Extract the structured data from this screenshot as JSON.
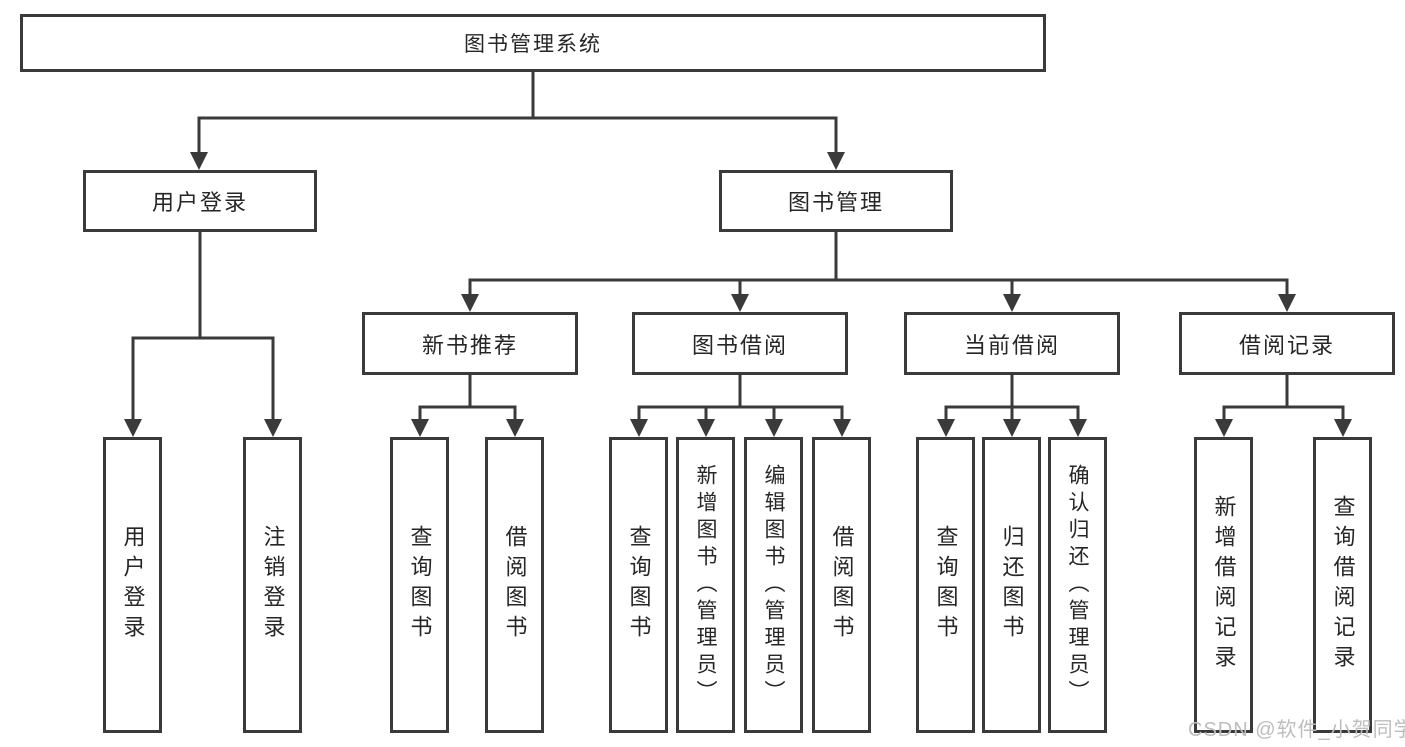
{
  "title": {
    "label": "图书管理系统"
  },
  "level2": [
    {
      "id": "user-login",
      "label": "用户登录"
    },
    {
      "id": "book-management",
      "label": "图书管理"
    }
  ],
  "level3": [
    {
      "id": "new-book-recommend",
      "label": "新书推荐",
      "parent": "图书管理"
    },
    {
      "id": "book-borrow",
      "label": "图书借阅",
      "parent": "图书管理"
    },
    {
      "id": "current-borrow",
      "label": "当前借阅",
      "parent": "图书管理"
    },
    {
      "id": "borrow-records",
      "label": "借阅记录",
      "parent": "图书管理"
    }
  ],
  "leaves": [
    {
      "id": "leaf-user-login",
      "label": "用户登录",
      "parent": "用户登录"
    },
    {
      "id": "leaf-logout",
      "label": "注销登录",
      "parent": "用户登录"
    },
    {
      "id": "leaf-query-books-1",
      "label": "查询图书",
      "parent": "新书推荐"
    },
    {
      "id": "leaf-borrow-books-1",
      "label": "借阅图书",
      "parent": "新书推荐"
    },
    {
      "id": "leaf-query-books-2",
      "label": "查询图书",
      "parent": "图书借阅"
    },
    {
      "id": "leaf-add-book-admin",
      "label": "新增图书（管理员）",
      "parent": "图书借阅"
    },
    {
      "id": "leaf-edit-book-admin",
      "label": "编辑图书（管理员）",
      "parent": "图书借阅"
    },
    {
      "id": "leaf-borrow-books-2",
      "label": "借阅图书",
      "parent": "图书借阅"
    },
    {
      "id": "leaf-query-books-3",
      "label": "查询图书",
      "parent": "当前借阅"
    },
    {
      "id": "leaf-return-book",
      "label": "归还图书",
      "parent": "当前借阅"
    },
    {
      "id": "leaf-confirm-return-admin",
      "label": "确认归还（管理员）",
      "parent": "当前借阅"
    },
    {
      "id": "leaf-add-borrow-record",
      "label": "新增借阅记录",
      "parent": "借阅记录"
    },
    {
      "id": "leaf-query-borrow-record",
      "label": "查询借阅记录",
      "parent": "借阅记录"
    }
  ],
  "watermark": {
    "text": "CSDN @软件_小贺同学"
  },
  "colors": {
    "line": "#3a3a3a",
    "box_background": "#ffffff",
    "text": "#262626",
    "watermark": "#bdbdbd"
  }
}
